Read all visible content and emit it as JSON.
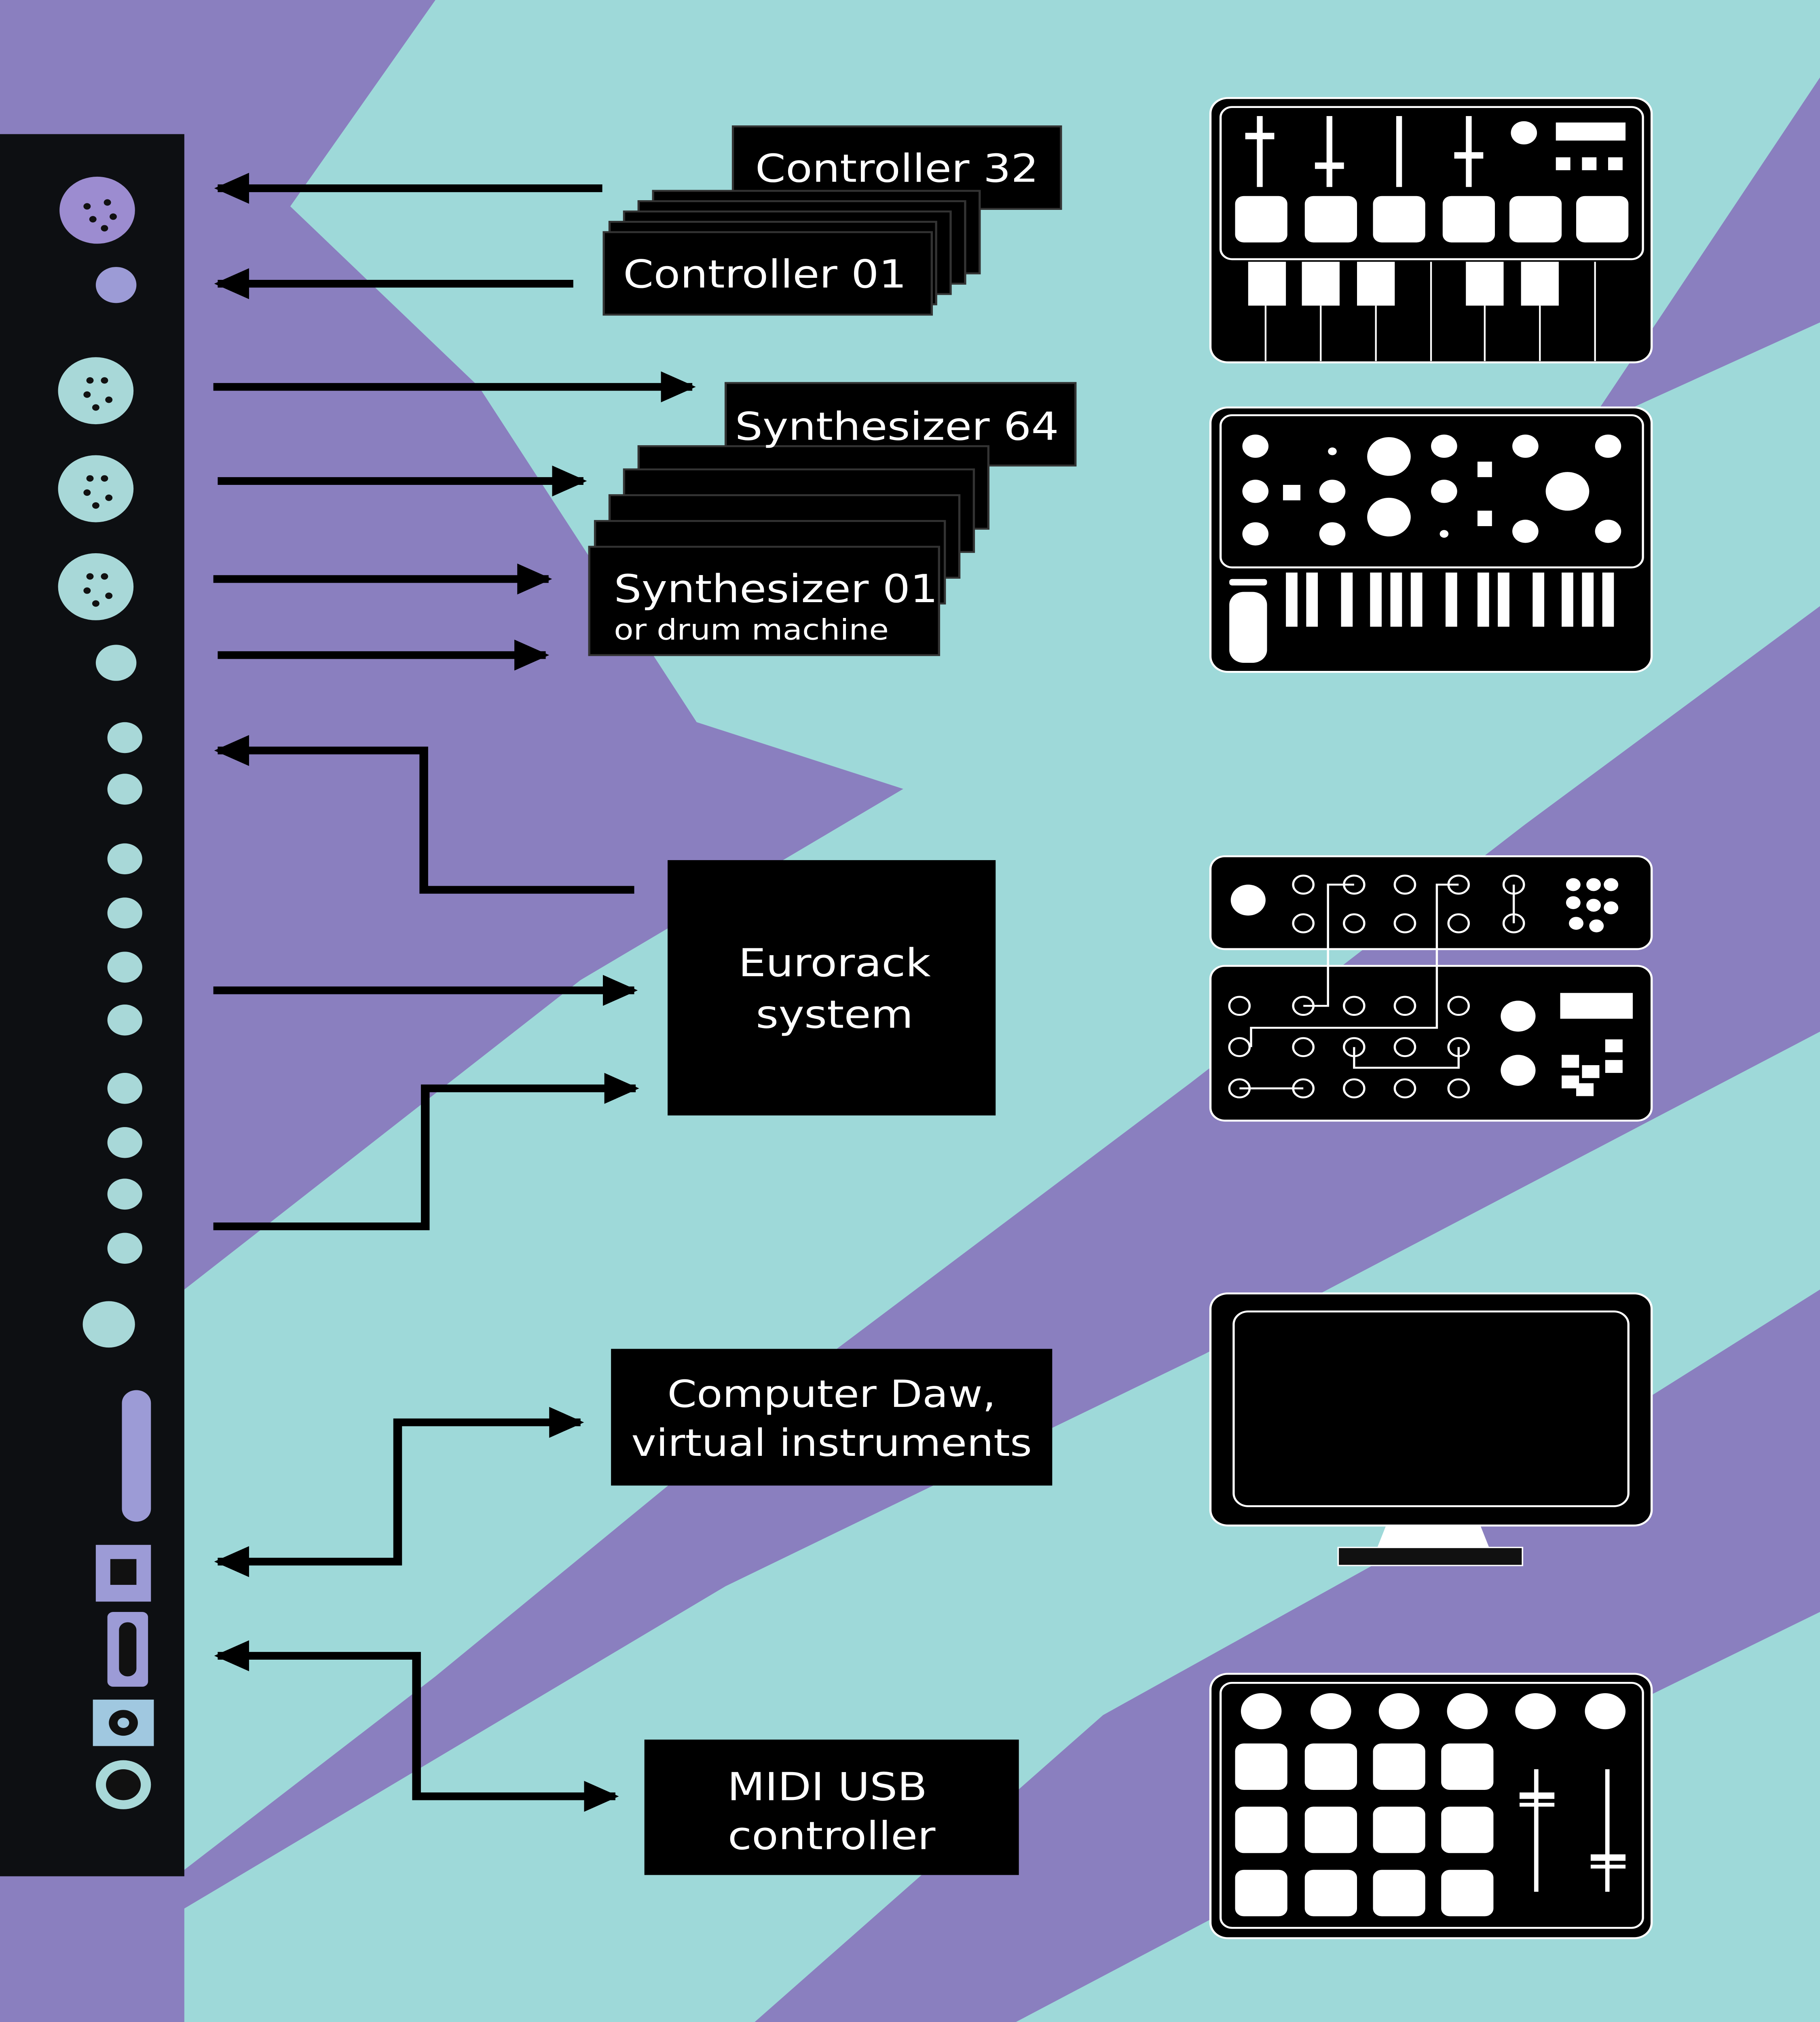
{
  "colors": {
    "purple": "#8a7fbf",
    "cyan": "#9ed9d9",
    "box": "#000000",
    "text": "#ffffff"
  },
  "boxes": {
    "controller_32": "Controller 32",
    "controller_01": "Controller 01",
    "synth_64": "Synthesizer 64",
    "synth_01": "Synthesizer 01",
    "synth_01_sub": "or drum machine",
    "eurorack_1": "Eurorack",
    "eurorack_2": "system",
    "computer_1": "Computer Daw,",
    "computer_2": "virtual instruments",
    "midi_1": "MIDI USB",
    "midi_2": "controller"
  },
  "icons": [
    "midi-controller-keyboard-icon",
    "synthesizer-icon",
    "eurorack-modules-icon",
    "computer-monitor-icon",
    "pad-controller-icon"
  ]
}
